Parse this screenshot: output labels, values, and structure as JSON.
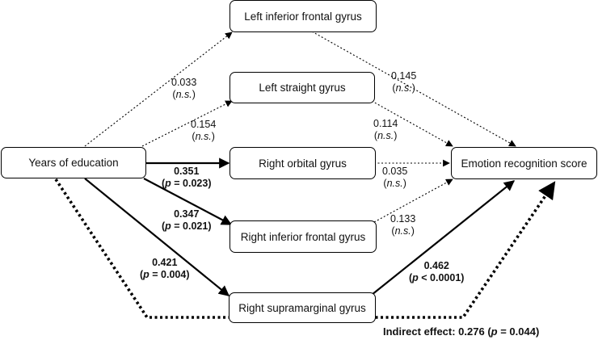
{
  "nodes": {
    "years": "Years of education",
    "emotion": "Emotion recognition score",
    "lifg": "Left inferior frontal gyrus",
    "lsg": "Left straight gyrus",
    "rog": "Right orbital gyrus",
    "rifg": "Right inferior frontal gyrus",
    "rsmg": "Right supramarginal gyrus"
  },
  "paths": {
    "years_lifg": {
      "coef": "0.033",
      "sig": "n.s."
    },
    "years_lsg": {
      "coef": "0.154",
      "sig": "n.s."
    },
    "years_rog": {
      "coef": "0.351",
      "sig_prefix": "(",
      "sig_p": "p",
      "sig_rest": " = 0.023)"
    },
    "years_rifg": {
      "coef": "0.347",
      "sig_prefix": "(",
      "sig_p": "p",
      "sig_rest": " = 0.021)"
    },
    "years_rsmg": {
      "coef": "0.421",
      "sig_prefix": "(",
      "sig_p": "p",
      "sig_rest": " = 0.004)"
    },
    "lifg_emotion": {
      "coef": "0.145",
      "sig": "n.s."
    },
    "lsg_emotion": {
      "coef": "0.114",
      "sig": "n.s."
    },
    "rog_emotion": {
      "coef": "0.035",
      "sig": "n.s."
    },
    "rifg_emotion": {
      "coef": "0.133",
      "sig": "n.s."
    },
    "rsmg_emotion": {
      "coef": "0.462",
      "sig_prefix": "(",
      "sig_p": "p",
      "sig_rest": " < 0.0001)"
    }
  },
  "indirect": {
    "prefix": "Indirect effect: 0.276 (",
    "p": "p",
    "rest": " = 0.044)"
  }
}
